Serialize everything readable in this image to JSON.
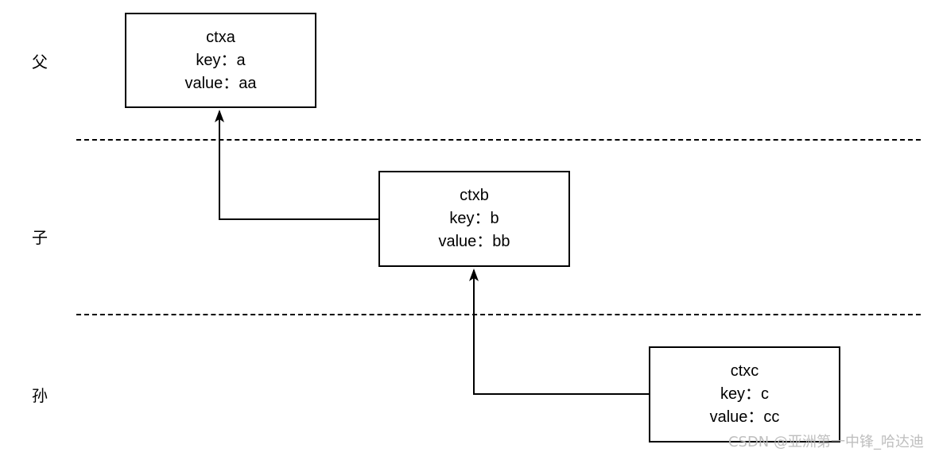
{
  "layers": {
    "parent": "父",
    "child": "子",
    "grandchild": "孙"
  },
  "contexts": [
    {
      "name": "ctxa",
      "key_line": "key：a",
      "value_line": "value：aa"
    },
    {
      "name": "ctxb",
      "key_line": "key：b",
      "value_line": "value：bb"
    },
    {
      "name": "ctxc",
      "key_line": "key：c",
      "value_line": "value：cc"
    }
  ],
  "edges": [
    {
      "from": "ctxb",
      "to": "ctxa"
    },
    {
      "from": "ctxc",
      "to": "ctxb"
    }
  ],
  "watermark": "CSDN @亚洲第一中锋_哈达迪",
  "colors": {
    "line": "#000000",
    "background": "#ffffff",
    "watermark": "#b8b8b8"
  }
}
